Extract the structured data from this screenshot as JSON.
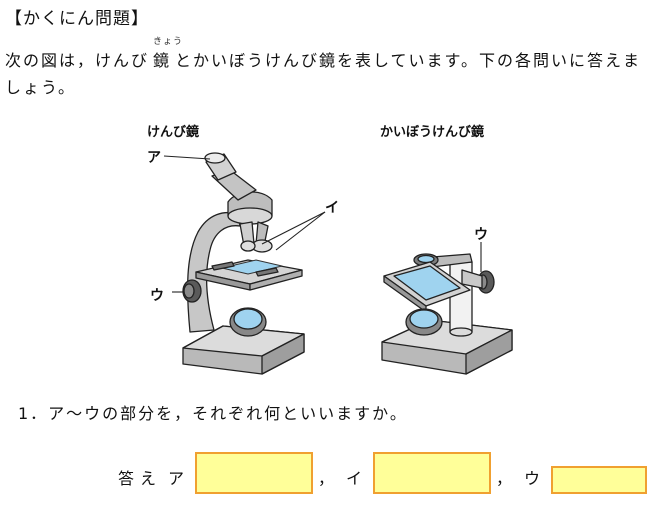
{
  "header": {
    "title": "【かくにん問題】"
  },
  "ruby": {
    "kyou": "きょう"
  },
  "intro": {
    "part1": "次の図は，けんび",
    "part2": "鏡",
    "part3": "とかいぼうけんび鏡を表しています。下の各問いに答えましょう。"
  },
  "figures": {
    "left_caption": "けんび鏡",
    "right_caption": "かいぼうけんび鏡",
    "labels": {
      "a": "ア",
      "i": "イ",
      "u_left": "ウ",
      "u_right": "ウ"
    }
  },
  "question": {
    "text": "1．ア～ウの部分を，それぞれ何といいますか。"
  },
  "answer": {
    "label": "答え",
    "a_label": "ア",
    "sep1": "，",
    "i_label": "イ",
    "sep2": "，",
    "u_label": "ウ",
    "fields": {
      "a": "",
      "i": "",
      "u": ""
    }
  },
  "colors": {
    "answer_fill": "#ffff99",
    "answer_border": "#f0a030",
    "lens_blue": "#9fd3ef",
    "metal_gray": "#c9c9c9"
  }
}
